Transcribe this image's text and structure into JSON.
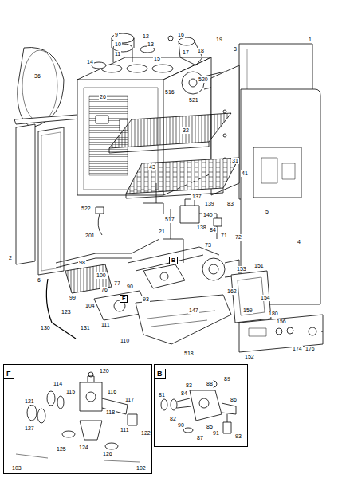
{
  "diagram": {
    "nodes": [
      {
        "text": [
          "F"
        ]
      },
      {
        "text": [
          "B"
        ]
      }
    ],
    "labels": [
      "9",
      "10",
      "11",
      "12",
      "13",
      "14",
      "15",
      "16",
      "17",
      "18",
      "19",
      "516",
      "520",
      "521",
      "36",
      "1",
      "3",
      "26",
      "32",
      "31",
      "43",
      "41",
      "4",
      "5",
      "137",
      "139",
      "140",
      "138",
      "517",
      "21",
      "83",
      "84",
      "71",
      "72",
      "73",
      "522",
      "201",
      "2",
      "6",
      "98",
      "99",
      "100",
      "77",
      "76",
      "90",
      "93",
      "104",
      "123",
      "130",
      "131",
      "110",
      "111",
      "147",
      "518",
      "153",
      "151",
      "154",
      "159",
      "180",
      "174",
      "176",
      "152",
      "156",
      "162",
      "B",
      "F",
      "120",
      "114",
      "115",
      "116",
      "118",
      "121",
      "127",
      "125",
      "117",
      "111",
      "122",
      "124",
      "126",
      "103",
      "102",
      "89",
      "88",
      "83",
      "81",
      "82",
      "84",
      "85",
      "86",
      "90",
      "91",
      "93",
      "87"
    ]
  }
}
